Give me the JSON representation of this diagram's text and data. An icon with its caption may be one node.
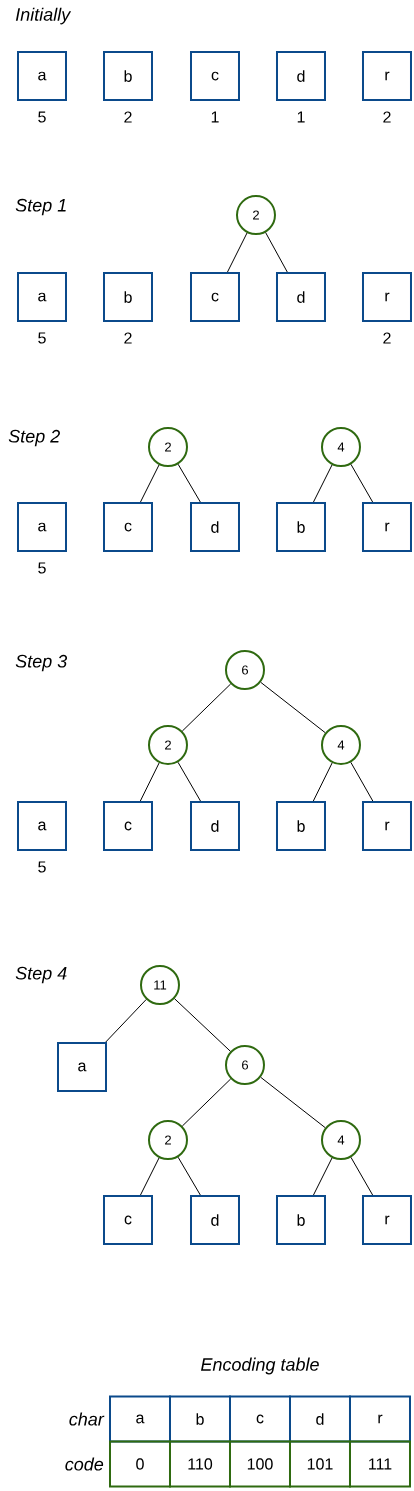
{
  "diagram": {
    "nodes": [
      {
        "text": [
          "a"
        ],
        "beside": [
          "5"
        ]
      },
      {
        "text": [
          "b"
        ],
        "beside": [
          "2"
        ]
      },
      {
        "text": [
          "c"
        ],
        "beside": [
          "1"
        ]
      },
      {
        "text": [
          "d"
        ],
        "beside": [
          "1"
        ]
      },
      {
        "text": [
          "r"
        ],
        "beside": [
          "2"
        ]
      },
      {
        "text": [
          "2"
        ]
      },
      {
        "text": [
          "a"
        ],
        "beside": [
          "5"
        ]
      },
      {
        "text": [
          "b"
        ],
        "beside": [
          "2"
        ]
      },
      {
        "text": [
          "c"
        ]
      },
      {
        "text": [
          "d"
        ]
      },
      {
        "text": [
          "r"
        ],
        "beside": [
          "2"
        ]
      },
      {
        "text": [
          "2"
        ]
      },
      {
        "text": [
          "4"
        ]
      },
      {
        "text": [
          "a"
        ],
        "beside": [
          "5"
        ]
      },
      {
        "text": [
          "c"
        ]
      },
      {
        "text": [
          "d"
        ]
      },
      {
        "text": [
          "b"
        ]
      },
      {
        "text": [
          "r"
        ]
      },
      {
        "text": [
          "6"
        ]
      },
      {
        "text": [
          "2"
        ]
      },
      {
        "text": [
          "4"
        ]
      },
      {
        "text": [
          "a"
        ],
        "beside": [
          "5"
        ]
      },
      {
        "text": [
          "c"
        ]
      },
      {
        "text": [
          "d"
        ]
      },
      {
        "text": [
          "b"
        ]
      },
      {
        "text": [
          "r"
        ]
      },
      {
        "text": [
          "11"
        ]
      },
      {
        "text": [
          "a"
        ]
      },
      {
        "text": [
          "6"
        ]
      },
      {
        "text": [
          "2"
        ]
      },
      {
        "text": [
          "4"
        ]
      },
      {
        "text": [
          "c"
        ]
      },
      {
        "text": [
          "d"
        ]
      },
      {
        "text": [
          "b"
        ]
      },
      {
        "text": [
          "r"
        ]
      }
    ],
    "edges": [
      {
        "from": 5,
        "to": 8,
        "arrow": "none"
      },
      {
        "from": 5,
        "to": 9,
        "arrow": "none"
      },
      {
        "from": 11,
        "to": 14,
        "arrow": "none"
      },
      {
        "from": 11,
        "to": 15,
        "arrow": "none"
      },
      {
        "from": 12,
        "to": 16,
        "arrow": "none"
      },
      {
        "from": 12,
        "to": 17,
        "arrow": "none"
      },
      {
        "from": 18,
        "to": 19,
        "arrow": "none"
      },
      {
        "from": 18,
        "to": 20,
        "arrow": "none"
      },
      {
        "from": 19,
        "to": 22,
        "arrow": "none"
      },
      {
        "from": 19,
        "to": 23,
        "arrow": "none"
      },
      {
        "from": 20,
        "to": 24,
        "arrow": "none"
      },
      {
        "from": 20,
        "to": 25,
        "arrow": "none"
      },
      {
        "from": 26,
        "to": 27,
        "arrow": "none"
      },
      {
        "from": 26,
        "to": 28,
        "arrow": "none"
      },
      {
        "from": 28,
        "to": 29,
        "arrow": "none"
      },
      {
        "from": 28,
        "to": 30,
        "arrow": "none"
      },
      {
        "from": 29,
        "to": 31,
        "arrow": "none"
      },
      {
        "from": 29,
        "to": 32,
        "arrow": "none"
      },
      {
        "from": 30,
        "to": 33,
        "arrow": "none"
      },
      {
        "from": 30,
        "to": 34,
        "arrow": "none"
      }
    ],
    "labels": [
      "Initially",
      "Step 1",
      "Step 2",
      "Step 3",
      "Step 4",
      "Encoding table",
      "char",
      "a",
      "b",
      "c",
      "d",
      "r",
      "code",
      "0",
      "110",
      "100",
      "101",
      "111"
    ]
  }
}
